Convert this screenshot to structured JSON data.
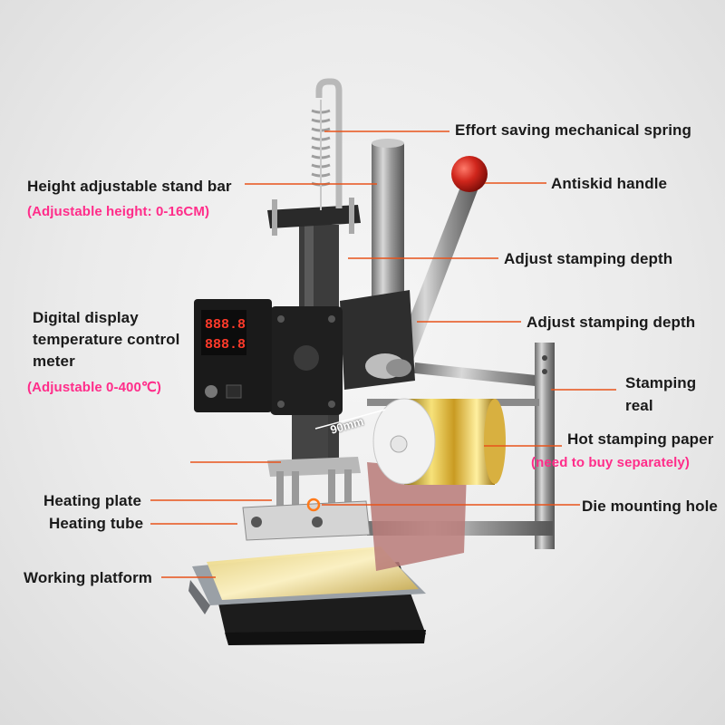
{
  "labels": {
    "spring": "Effort saving mechanical spring",
    "stand_bar": "Height adjustable stand bar",
    "stand_bar_note": "(Adjustable height: 0-16CM)",
    "handle": "Antiskid handle",
    "depth1": "Adjust stamping depth",
    "depth2": "Adjust stamping depth",
    "display_line1": "Digital display",
    "display_line2": "temperature control",
    "display_line3": "meter",
    "display_note": "(Adjustable 0-400℃)",
    "stamping_line1": "Stamping",
    "stamping_line2": "real",
    "paper": "Hot stamping paper",
    "paper_note": "(need to buy separately)",
    "heating_plate": "Heating plate",
    "heating_tube": "Heating tube",
    "die_hole": "Die mounting hole",
    "platform": "Working platform",
    "dimension": "90mm"
  },
  "colors": {
    "label_text": "#1a1a1a",
    "note_text": "#ff2d8a",
    "leader_line": "#e8531a",
    "handle_knob": "#c8201a",
    "foil_gold": "#d9b445"
  }
}
